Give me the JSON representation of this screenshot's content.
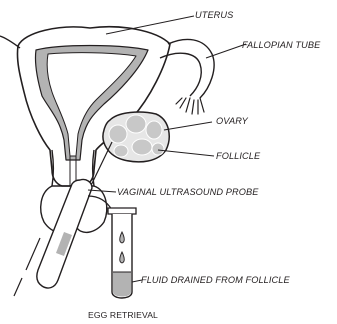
{
  "diagram": {
    "labels": {
      "uterus": "UTERUS",
      "fallopian_tube": "FALLOPIAN TUBE",
      "ovary": "OVARY",
      "follicle": "FOLLICLE",
      "probe": "VAGINAL ULTRASOUND PROBE",
      "fluid": "FLUID DRAINED FROM FOLLICLE"
    },
    "caption": "EGG RETRIEVAL",
    "colors": {
      "line": "#231f20",
      "fill_gray": "#b3b3b3",
      "follicle_fill": "#c8c8c8",
      "ovary_fill": "#e6e6e6",
      "background": "#ffffff"
    }
  }
}
